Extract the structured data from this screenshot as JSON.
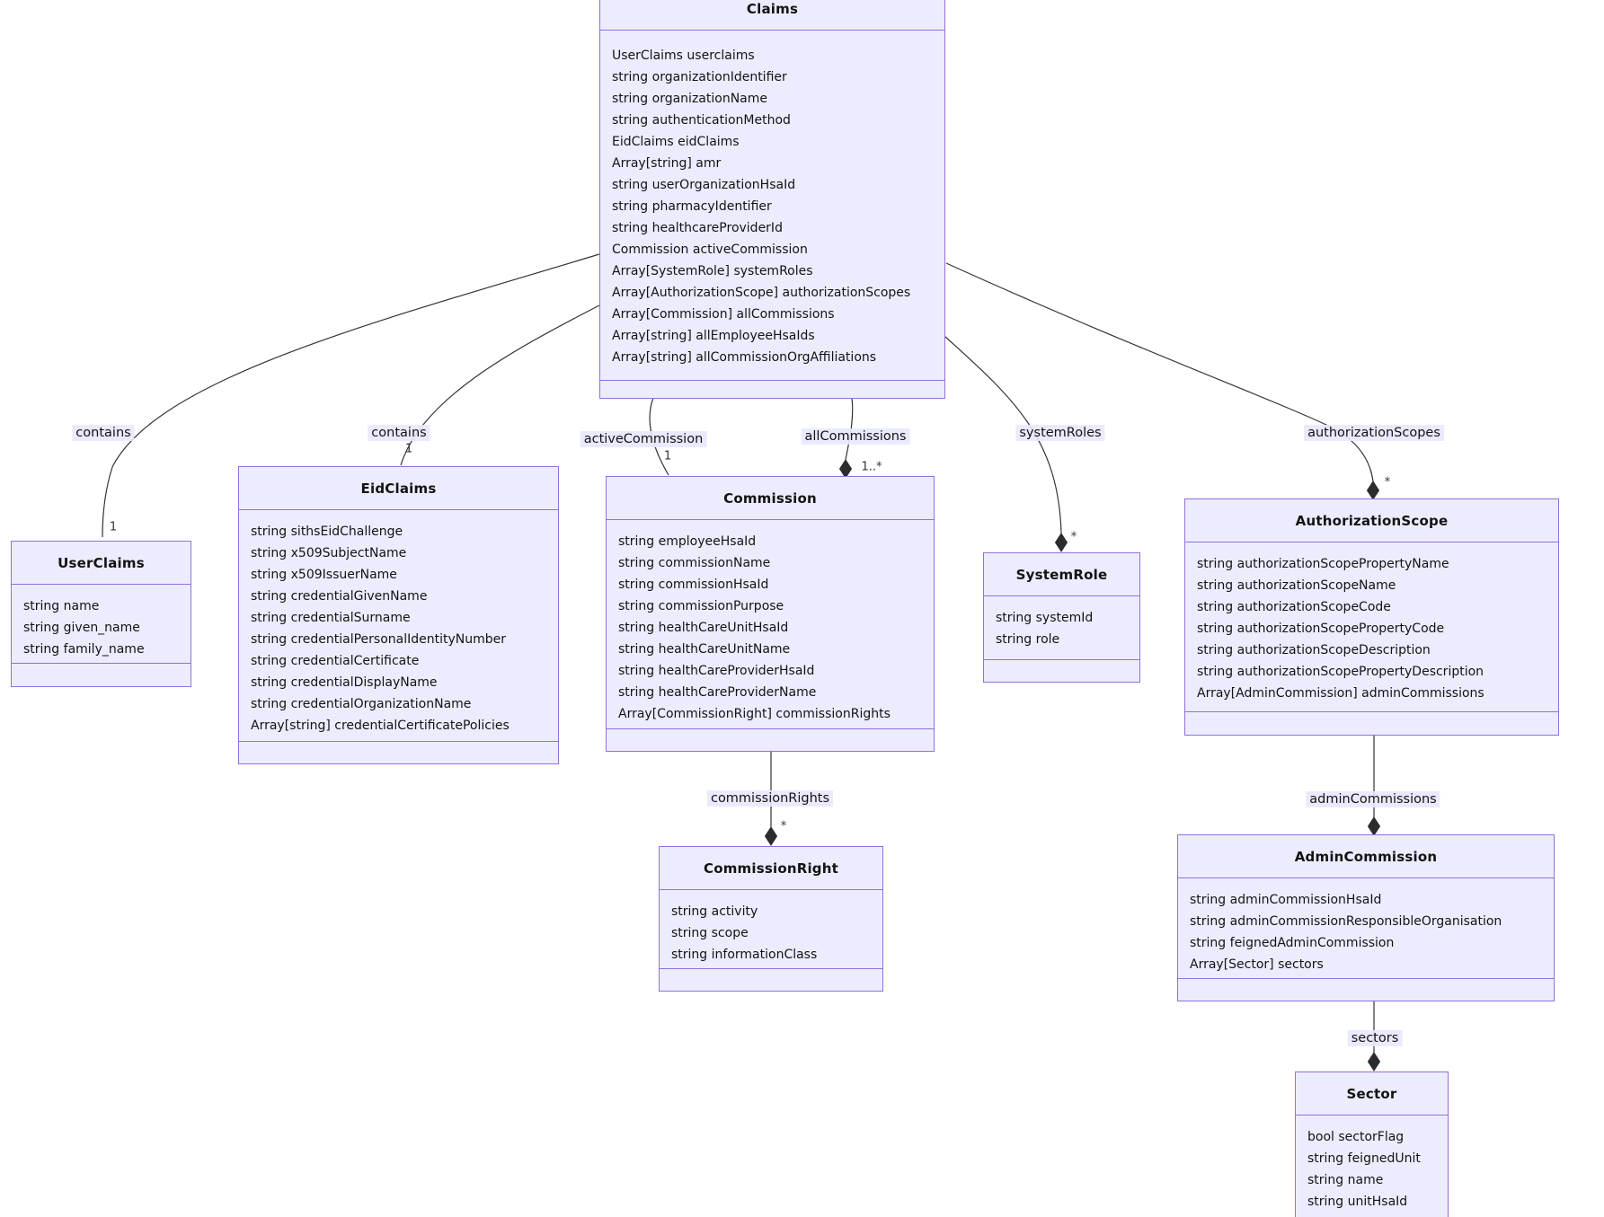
{
  "diagram_type": "uml-class-diagram",
  "colors": {
    "background": "#ffffff",
    "box_fill": "#ECECFF",
    "box_border": "#9370DB",
    "edge_line": "#333333",
    "diamond_fill": "#2b2b30",
    "label_background": "#e8e8ff",
    "text": "#131313"
  },
  "classes": [
    {
      "id": "claims",
      "title": "Claims",
      "attributes": [
        "UserClaims userclaims",
        "string organizationIdentifier",
        "string organizationName",
        "string authenticationMethod",
        "EidClaims eidClaims",
        "Array[string] amr",
        "string userOrganizationHsaId",
        "string pharmacyIdentifier",
        "string healthcareProviderId",
        "Commission activeCommission",
        "Array[SystemRole] systemRoles",
        "Array[AuthorizationScope] authorizationScopes",
        "Array[Commission] allCommissions",
        "Array[string] allEmployeeHsaIds",
        "Array[string] allCommissionOrgAffiliations"
      ]
    },
    {
      "id": "userclaims",
      "title": "UserClaims",
      "attributes": [
        "string name",
        "string given_name",
        "string family_name"
      ]
    },
    {
      "id": "eidclaims",
      "title": "EidClaims",
      "attributes": [
        "string sithsEidChallenge",
        "string x509SubjectName",
        "string x509IssuerName",
        "string credentialGivenName",
        "string credentialSurname",
        "string credentialPersonalIdentityNumber",
        "string credentialCertificate",
        "string credentialDisplayName",
        "string credentialOrganizationName",
        "Array[string] credentialCertificatePolicies"
      ]
    },
    {
      "id": "commission",
      "title": "Commission",
      "attributes": [
        "string employeeHsaId",
        "string commissionName",
        "string commissionHsaId",
        "string commissionPurpose",
        "string healthCareUnitHsaId",
        "string healthCareUnitName",
        "string healthCareProviderHsaId",
        "string healthCareProviderName",
        "Array[CommissionRight] commissionRights"
      ]
    },
    {
      "id": "systemrole",
      "title": "SystemRole",
      "attributes": [
        "string systemId",
        "string role"
      ]
    },
    {
      "id": "authorizationscope",
      "title": "AuthorizationScope",
      "attributes": [
        "string authorizationScopePropertyName",
        "string authorizationScopeName",
        "string authorizationScopeCode",
        "string authorizationScopePropertyCode",
        "string authorizationScopeDescription",
        "string authorizationScopePropertyDescription",
        "Array[AdminCommission] adminCommissions"
      ]
    },
    {
      "id": "commissionright",
      "title": "CommissionRight",
      "attributes": [
        "string activity",
        "string scope",
        "string informationClass"
      ]
    },
    {
      "id": "admincommission",
      "title": "AdminCommission",
      "attributes": [
        "string adminCommissionHsaId",
        "string adminCommissionResponsibleOrganisation",
        "string feignedAdminCommission",
        "Array[Sector] sectors"
      ]
    },
    {
      "id": "sector",
      "title": "Sector",
      "attributes": [
        "bool sectorFlag",
        "string feignedUnit",
        "string name",
        "string unitHsaId"
      ]
    }
  ],
  "edge_labels": [
    {
      "id": "contains_user",
      "text": "contains"
    },
    {
      "id": "contains_eid",
      "text": "contains"
    },
    {
      "id": "activeCommission",
      "text": "activeCommission"
    },
    {
      "id": "allCommissions",
      "text": "allCommissions"
    },
    {
      "id": "systemRoles",
      "text": "systemRoles"
    },
    {
      "id": "authorizationScopes",
      "text": "authorizationScopes"
    },
    {
      "id": "commissionRights",
      "text": "commissionRights"
    },
    {
      "id": "adminCommissions",
      "text": "adminCommissions"
    },
    {
      "id": "sectors",
      "text": "sectors"
    }
  ],
  "multiplicities": [
    {
      "id": "m_user",
      "text": "1"
    },
    {
      "id": "m_eid",
      "text": "1"
    },
    {
      "id": "m_active",
      "text": "1"
    },
    {
      "id": "m_all",
      "text": "1..*"
    },
    {
      "id": "m_sys",
      "text": "*"
    },
    {
      "id": "m_auth",
      "text": "*"
    },
    {
      "id": "m_cr",
      "text": "*"
    }
  ],
  "relationships": [
    {
      "from": "Claims",
      "to": "UserClaims",
      "label": "contains",
      "target_multiplicity": "1",
      "type": "association"
    },
    {
      "from": "Claims",
      "to": "EidClaims",
      "label": "contains",
      "target_multiplicity": "1",
      "type": "association"
    },
    {
      "from": "Claims",
      "to": "Commission",
      "label": "activeCommission",
      "target_multiplicity": "1",
      "type": "association"
    },
    {
      "from": "Claims",
      "to": "Commission",
      "label": "allCommissions",
      "target_multiplicity": "1..*",
      "type": "composition"
    },
    {
      "from": "Claims",
      "to": "SystemRole",
      "label": "systemRoles",
      "target_multiplicity": "*",
      "type": "composition"
    },
    {
      "from": "Claims",
      "to": "AuthorizationScope",
      "label": "authorizationScopes",
      "target_multiplicity": "*",
      "type": "composition"
    },
    {
      "from": "Commission",
      "to": "CommissionRight",
      "label": "commissionRights",
      "target_multiplicity": "*",
      "type": "composition"
    },
    {
      "from": "AuthorizationScope",
      "to": "AdminCommission",
      "label": "adminCommissions",
      "target_multiplicity": "",
      "type": "composition"
    },
    {
      "from": "AdminCommission",
      "to": "Sector",
      "label": "sectors",
      "target_multiplicity": "",
      "type": "composition"
    }
  ]
}
